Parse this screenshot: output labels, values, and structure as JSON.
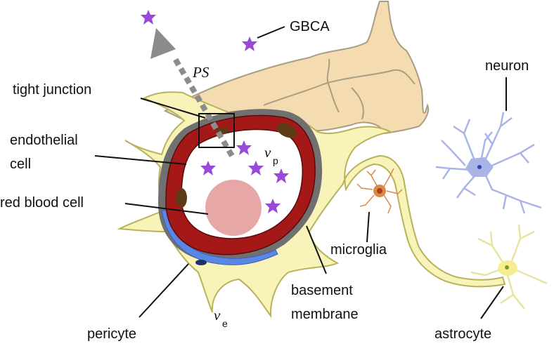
{
  "labels": {
    "gbca": "GBCA",
    "ps": "PS",
    "tight_junction": "tight junction",
    "endothelial_line1": "endothelial",
    "endothelial_line2": "cell",
    "red_blood_cell": "red blood cell",
    "vp_main": "v",
    "vp_sub": "p",
    "ve_main": "v",
    "ve_sub": "e",
    "neuron": "neuron",
    "microglia": "microglia",
    "basement_line1": "basement",
    "basement_line2": "membrane",
    "pericyte": "pericyte",
    "astrocyte": "astrocyte"
  },
  "colors": {
    "astrocyte_fill": "#f8f3b8",
    "astrocyte_stroke": "#b9b25a",
    "tissue_fill": "#f4dcb0",
    "tissue_stroke": "#a99d82",
    "membrane": "#707070",
    "endothelium": "#a51818",
    "nucleus": "#5e3b17",
    "lumen": "#ffffff",
    "rbc": "#e7a7a7",
    "pericyte": "#5a86e6",
    "gbca_star": "#9a4ad8",
    "arrow": "#8c8c8c",
    "neuron": "#a9b5e6",
    "microglia": "#d98a4a"
  },
  "icons": [
    "gbca-star-icon",
    "ps-arrow-icon",
    "neuron-icon",
    "microglia-icon",
    "astrocyte-icon"
  ]
}
